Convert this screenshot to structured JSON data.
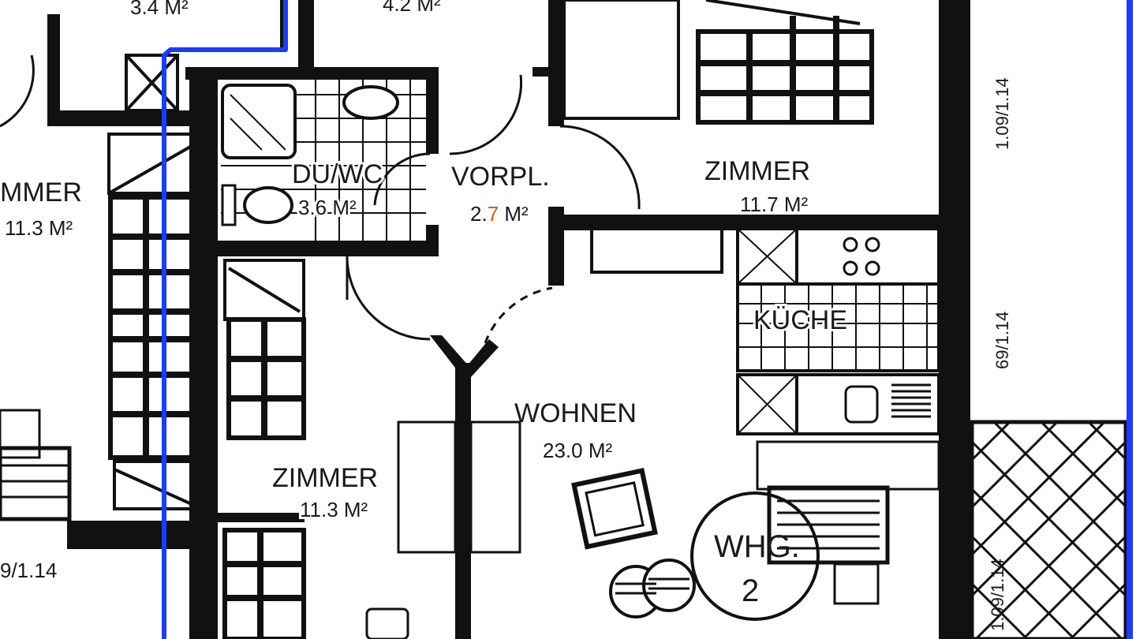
{
  "rooms": {
    "top_left_area": "3.4 M²",
    "top_mid_area": "4.2 M²",
    "left_zimmer": {
      "name": "MMER",
      "area": "11.3 M²"
    },
    "du_wc": {
      "name": "DU/WC",
      "area": "3.6 M²"
    },
    "vorpl": {
      "name": "VORPL.",
      "area_prefix": "2.",
      "area_highlight": "7",
      "area_suffix": " M²"
    },
    "zimmer_top_right": {
      "name": "ZIMMER",
      "area": "11.7 M²"
    },
    "kueche": {
      "name": "KÜCHE"
    },
    "wohnen": {
      "name": "WOHNEN",
      "area": "23.0 M²"
    },
    "zimmer_center": {
      "name": "ZIMMER",
      "area": "11.3 M²"
    },
    "whg": {
      "name": "WHG.",
      "number": "2"
    }
  },
  "window_labels": {
    "right_upper": "1.09/1.14",
    "right_mid": "69/1.14",
    "right_lower": "1.09/1.14",
    "left_lower": "9/1.14"
  },
  "colors": {
    "selection_outline": "#1a3cff",
    "highlight_digit": "#e8541a",
    "ink": "#111111"
  }
}
